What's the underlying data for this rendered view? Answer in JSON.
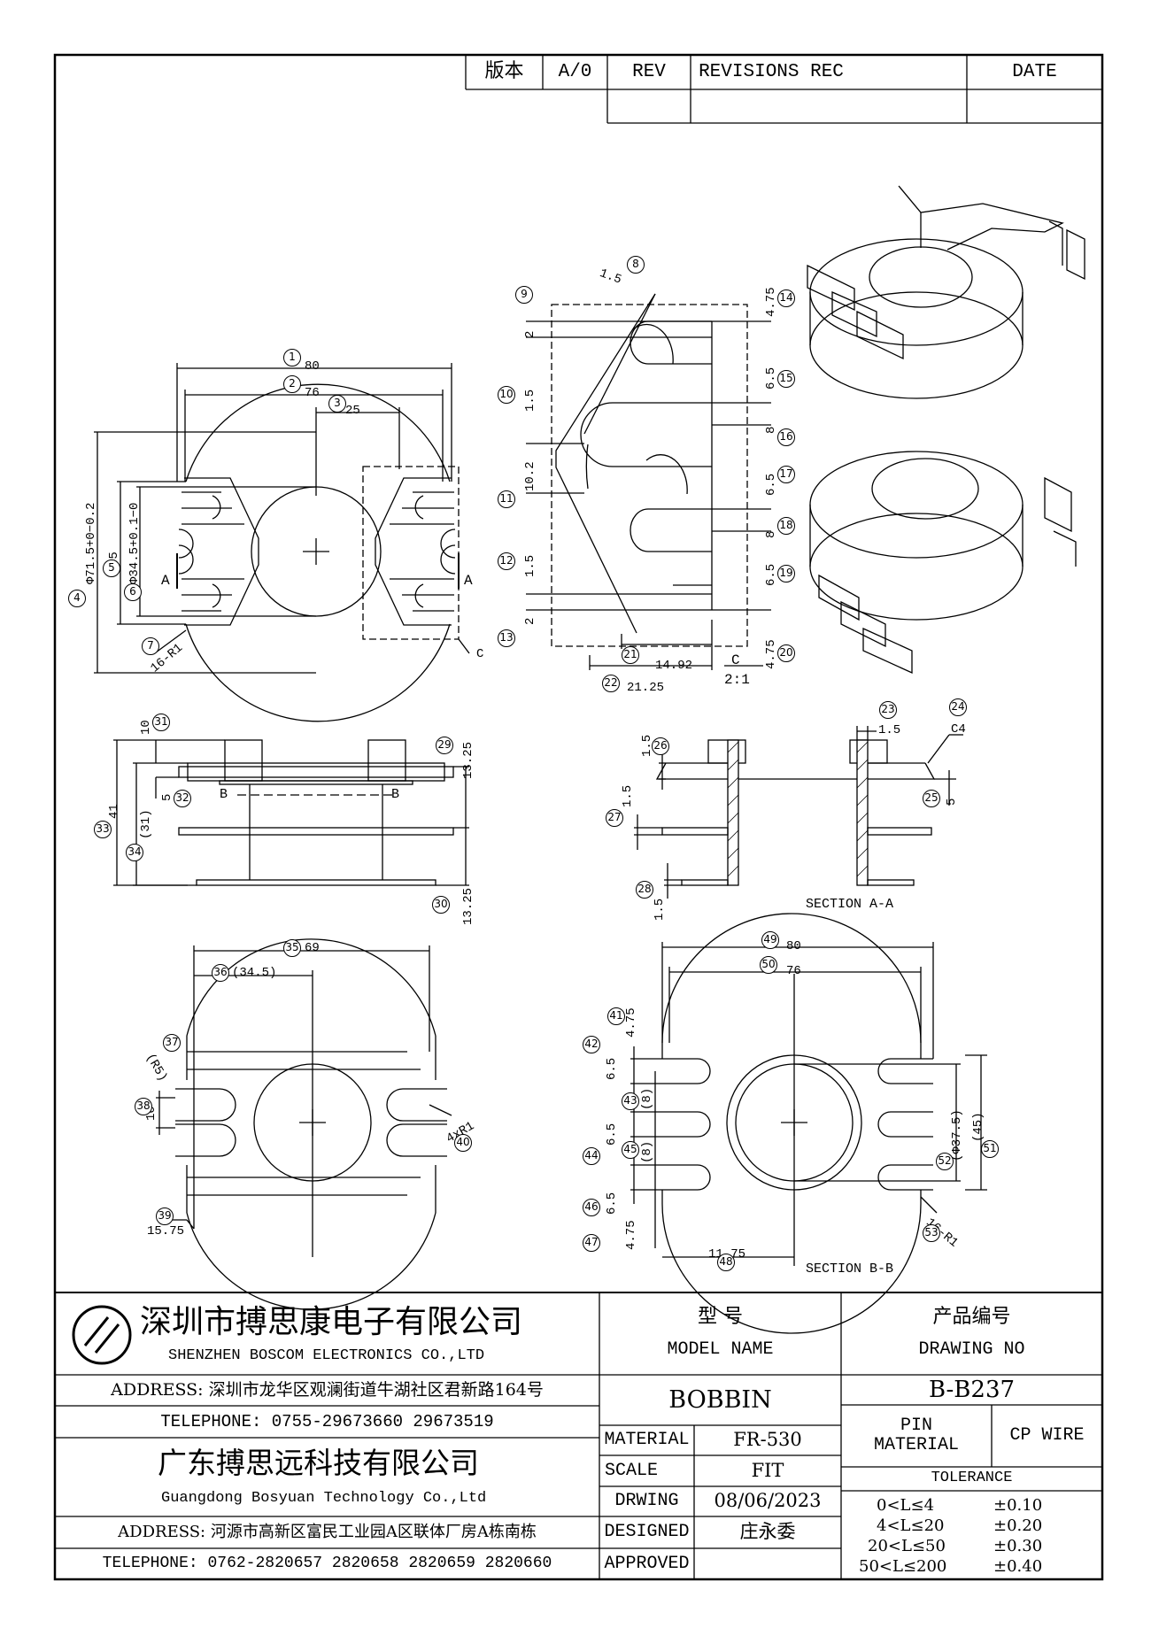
{
  "revision_block": {
    "version_label": "版本",
    "version_value": "A/0",
    "rev_label": "REV",
    "revisions_label": "REVISIONS REC",
    "date_label": "DATE"
  },
  "views": {
    "top_view": {
      "dims": [
        "80",
        "76",
        "25",
        "Φ71.5+0−0.2",
        "45",
        "Φ34.5+0.1−0",
        "16-R1",
        "C",
        "A",
        "A"
      ],
      "balloons": [
        "1",
        "2",
        "3",
        "4",
        "5",
        "6",
        "7"
      ]
    },
    "detail_c": {
      "dims": [
        "1.5",
        "2",
        "1.5",
        "10.2",
        "1.5",
        "2",
        "4.75",
        "6.5",
        "8",
        "6.5",
        "8",
        "6.5",
        "4.75",
        "14.92",
        "21.25"
      ],
      "scale_label": "C",
      "scale_value": "2:1",
      "balloons": [
        "8",
        "9",
        "10",
        "11",
        "12",
        "13",
        "14",
        "15",
        "16",
        "17",
        "18",
        "19",
        "20",
        "21",
        "22"
      ]
    },
    "side_view": {
      "dims": [
        "10",
        "5",
        "41",
        "(31)",
        "13.25",
        "13.25",
        "B",
        "B"
      ],
      "balloons": [
        "29",
        "30",
        "31",
        "32",
        "33",
        "34"
      ]
    },
    "section_aa": {
      "title": "SECTION A-A",
      "dims": [
        "1.5",
        "1.5",
        "1.5",
        "1.5",
        "C4",
        "5"
      ],
      "balloons": [
        "23",
        "24",
        "25",
        "26",
        "27",
        "28"
      ]
    },
    "bottom_view": {
      "dims": [
        "69",
        "(34.5)",
        "(R5)",
        "10",
        "4xR1",
        "15.75"
      ],
      "balloons": [
        "35",
        "36",
        "37",
        "38",
        "39",
        "40"
      ]
    },
    "section_bb": {
      "title": "SECTION B-B",
      "dims": [
        "80",
        "76",
        "4.75",
        "6.5",
        "(8)",
        "6.5",
        "(8)",
        "6.5",
        "4.75",
        "11.75",
        "(Φ37.5)",
        "(45)",
        "16-R1"
      ],
      "balloons": [
        "41",
        "42",
        "43",
        "44",
        "45",
        "46",
        "47",
        "48",
        "49",
        "50",
        "51",
        "52",
        "53"
      ]
    }
  },
  "title_block": {
    "company1_cn": "深圳市搏思康电子有限公司",
    "company1_en": "SHENZHEN BOSCOM ELECTRONICS CO.,LTD",
    "address1": "ADDRESS: 深圳市龙华区观澜街道牛湖社区君新路164号",
    "telephone1": "TELEPHONE: 0755-29673660 29673519",
    "company2_cn": "广东搏思远科技有限公司",
    "company2_en": "Guangdong Bosyuan Technology Co.,Ltd",
    "address2": "ADDRESS: 河源市高新区富民工业园A区联体厂房A栋南栋",
    "telephone2": "TELEPHONE: 0762-2820657 2820658 2820659 2820660",
    "model_cn": "型    号",
    "model_en": "MODEL NAME",
    "drawing_no_cn": "产品编号",
    "drawing_no_en": "DRAWING NO",
    "model_value": "BOBBIN",
    "drawing_no_value": "B-B237",
    "rows": [
      {
        "label": "MATERIAL",
        "value": "FR-530"
      },
      {
        "label": "SCALE",
        "value": "FIT"
      },
      {
        "label": "DRWING",
        "value": "08/06/2023"
      },
      {
        "label": "DESIGNED",
        "value": "庄永委"
      },
      {
        "label": "APPROVED",
        "value": ""
      }
    ],
    "pin_material_label": "PIN MATERIAL",
    "pin_material_value": "CP WIRE",
    "tolerance_label": "TOLERANCE",
    "tolerances": [
      {
        "range": "0<L≤4",
        "value": "±0.10"
      },
      {
        "range": "4<L≤20",
        "value": "±0.20"
      },
      {
        "range": "20<L≤50",
        "value": "±0.30"
      },
      {
        "range": "50<L≤200",
        "value": "±0.40"
      }
    ]
  }
}
